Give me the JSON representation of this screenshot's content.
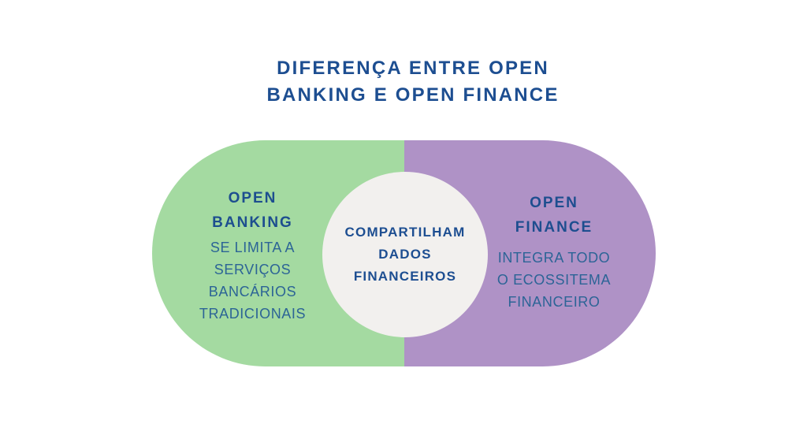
{
  "title": {
    "line1": "DIFERENÇA ENTRE OPEN",
    "line2": "BANKING E OPEN FINANCE"
  },
  "diagram": {
    "left": {
      "heading_line1": "OPEN",
      "heading_line2": "BANKING",
      "body_lines": [
        "SE LIMITA A",
        "SERVIÇOS",
        "BANCÁRIOS",
        "TRADICIONAIS"
      ]
    },
    "right": {
      "heading_line1": "OPEN",
      "heading_line2": "FINANCE",
      "body_lines": [
        "INTEGRA TODO",
        "O ECOSSITEMA",
        "FINANCEIRO"
      ]
    },
    "center": {
      "lines": [
        "COMPARTILHAM",
        "DADOS",
        "FINANCEIROS"
      ]
    }
  },
  "colors": {
    "background": "#ffffff",
    "left_half_green": "#a4daa1",
    "right_half_purple": "#af92c6",
    "center_circle": "#f2f0ee",
    "title_blue": "#1d4e91",
    "heading_blue": "#1d4e8f",
    "body_blue": "#2c6496"
  }
}
